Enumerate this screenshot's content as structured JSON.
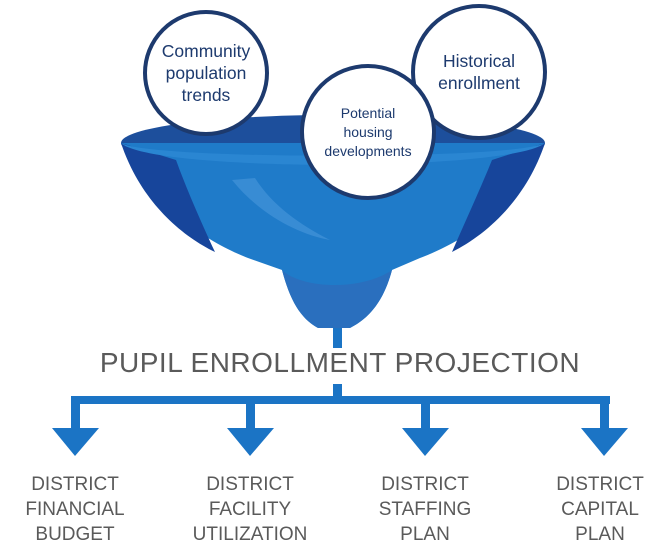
{
  "inputs": {
    "community": [
      "Community",
      "population",
      "trends"
    ],
    "housing": [
      "Potential",
      "housing",
      "developments"
    ],
    "historical": [
      "Historical",
      "enrollment"
    ]
  },
  "projection_label": "PUPIL ENROLLMENT PROJECTION",
  "outputs": {
    "financial": [
      "DISTRICT",
      "FINANCIAL",
      "BUDGET"
    ],
    "facility": [
      "DISTRICT",
      "FACILITY",
      "UTILIZATION"
    ],
    "staffing": [
      "DISTRICT",
      "STAFFING",
      "PLAN"
    ],
    "capital": [
      "DISTRICT",
      "CAPITAL",
      "PLAN"
    ]
  },
  "colors": {
    "funnel_main": "#1f7bc9",
    "funnel_dark": "#17459b",
    "funnel_light": "#3d8fd6",
    "circle_border": "#1d3a6e",
    "connector": "#1b74c5",
    "text_gray": "#5a5a5a"
  }
}
